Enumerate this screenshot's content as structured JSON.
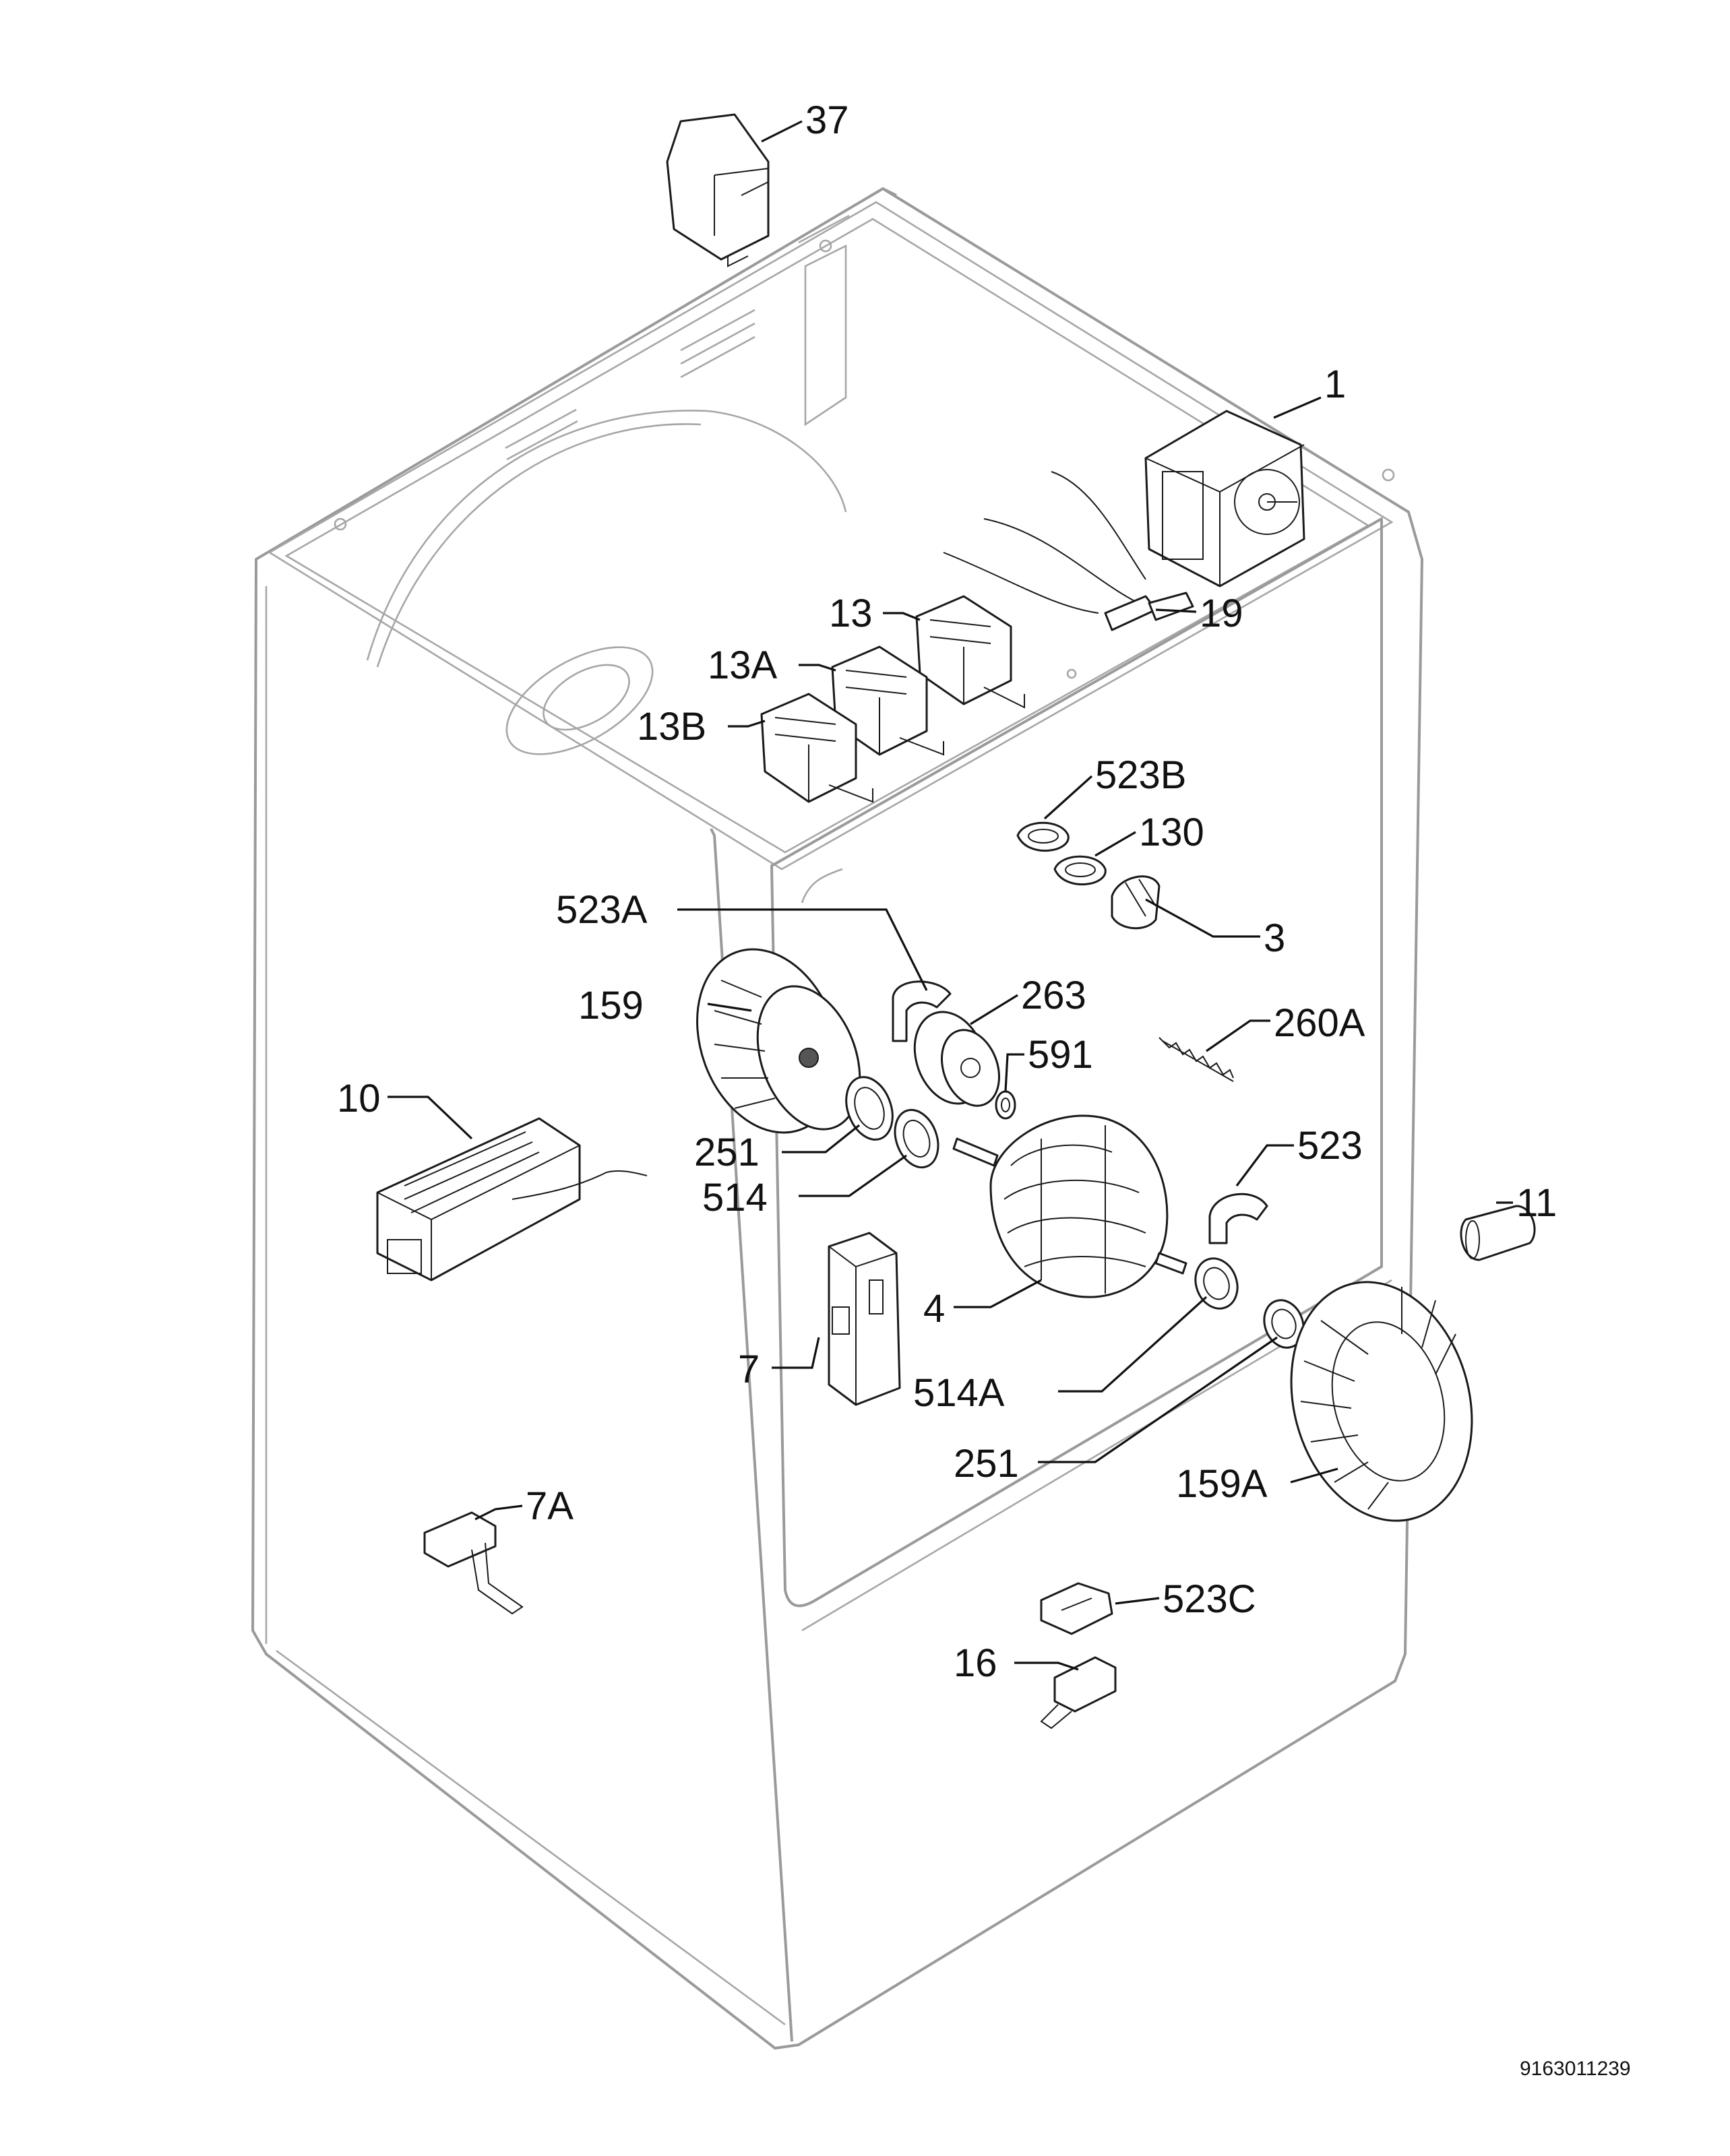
{
  "diagram": {
    "document_number": "9163011239",
    "callouts": [
      {
        "id": "37",
        "text": "37"
      },
      {
        "id": "1",
        "text": "1"
      },
      {
        "id": "19",
        "text": "19"
      },
      {
        "id": "13",
        "text": "13"
      },
      {
        "id": "13A",
        "text": "13A"
      },
      {
        "id": "13B",
        "text": "13B"
      },
      {
        "id": "523B",
        "text": "523B"
      },
      {
        "id": "130",
        "text": "130"
      },
      {
        "id": "523A",
        "text": "523A"
      },
      {
        "id": "3",
        "text": "3"
      },
      {
        "id": "159",
        "text": "159"
      },
      {
        "id": "263",
        "text": "263"
      },
      {
        "id": "260A",
        "text": "260A"
      },
      {
        "id": "591",
        "text": "591"
      },
      {
        "id": "10",
        "text": "10"
      },
      {
        "id": "251_upper",
        "text": "251"
      },
      {
        "id": "514",
        "text": "514"
      },
      {
        "id": "523",
        "text": "523"
      },
      {
        "id": "11",
        "text": "11"
      },
      {
        "id": "4",
        "text": "4"
      },
      {
        "id": "7",
        "text": "7"
      },
      {
        "id": "514A",
        "text": "514A"
      },
      {
        "id": "251_lower",
        "text": "251"
      },
      {
        "id": "159A",
        "text": "159A"
      },
      {
        "id": "7A",
        "text": "7A"
      },
      {
        "id": "523C",
        "text": "523C"
      },
      {
        "id": "16",
        "text": "16"
      }
    ]
  }
}
